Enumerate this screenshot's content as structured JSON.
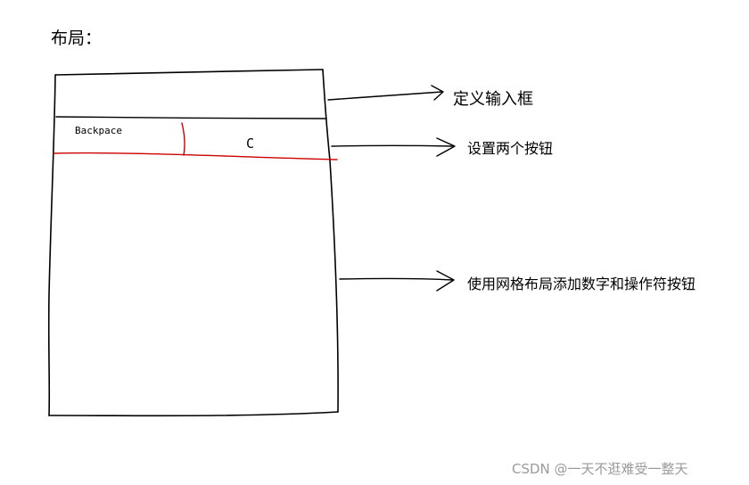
{
  "title": "布局：",
  "annotations": {
    "input_box": "定义输入框",
    "two_buttons": "设置两个按钮",
    "grid_layout": "使用网格布局添加数字和操作符按钮"
  },
  "buttons": {
    "backspace": "Backpace",
    "clear": "C"
  },
  "watermark": "CSDN @一天不逛难受一整天",
  "colors": {
    "ink": "#000000",
    "divider": "#cc0000",
    "watermark": "#9a9a9a"
  }
}
